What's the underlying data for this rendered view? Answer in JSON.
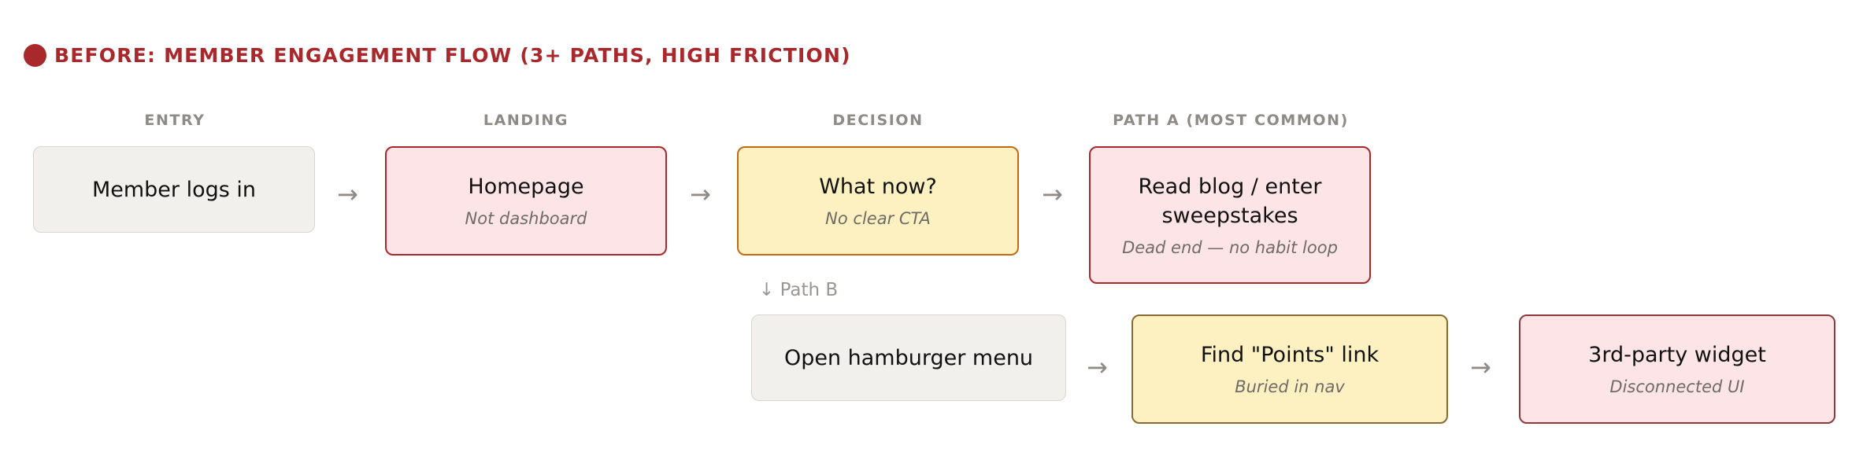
{
  "header": {
    "title": "BEFORE: MEMBER ENGAGEMENT FLOW (3+ PATHS, HIGH FRICTION)",
    "accent_color": "#a8282b"
  },
  "columns": {
    "entry": "ENTRY",
    "landing": "LANDING",
    "decision": "DECISION",
    "path_a": "PATH A (MOST COMMON)"
  },
  "nodes": {
    "member_logs_in": {
      "title": "Member logs in"
    },
    "homepage": {
      "title": "Homepage",
      "subtitle": "Not dashboard"
    },
    "what_now": {
      "title": "What now?",
      "subtitle": "No clear CTA"
    },
    "read_blog": {
      "title": "Read blog / enter sweepstakes",
      "subtitle": "Dead end — no habit loop"
    },
    "hamburger": {
      "title": "Open hamburger menu"
    },
    "points_link": {
      "title": "Find \"Points\" link",
      "subtitle": "Buried in nav"
    },
    "widget": {
      "title": "3rd-party widget",
      "subtitle": "Disconnected UI"
    }
  },
  "branch": {
    "label": "↓ Path B"
  },
  "arrow_glyph": "→",
  "colors": {
    "gray_fill": "#f2f0ec",
    "pink_fill": "#fde5e7",
    "yellow_fill": "#fdf1c1",
    "pink_border": "#a8282b",
    "yellow_border": "#c16a15"
  }
}
